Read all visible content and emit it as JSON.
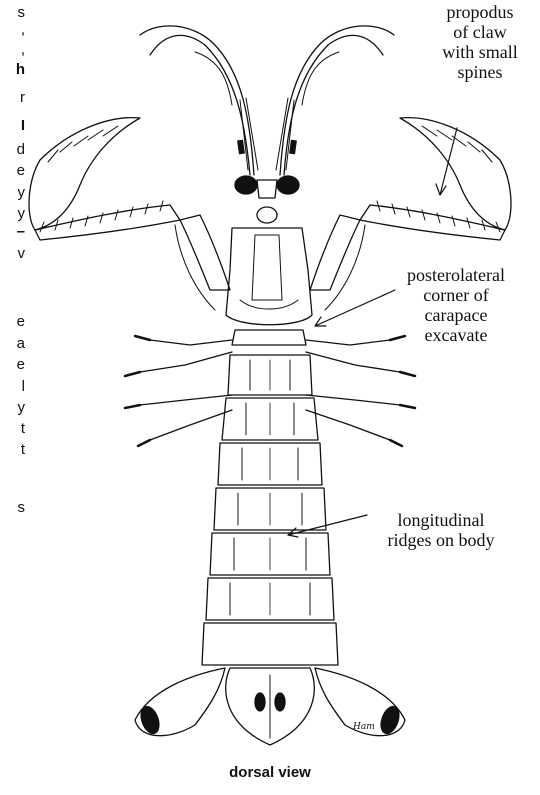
{
  "clipped_margin_text": {
    "chars": [
      "s",
      ",",
      ",",
      "h",
      "r",
      "I",
      "d",
      "e",
      "y",
      "y",
      "–",
      "v",
      "e",
      "a",
      "e",
      "l",
      "y",
      "t",
      "t",
      "s"
    ]
  },
  "callouts": {
    "propodus": [
      "propodus",
      "of claw",
      "with small",
      "spines"
    ],
    "posterolateral": [
      "posterolateral",
      "corner of",
      "carapace",
      "excavate"
    ],
    "longitudinal": [
      "longitudinal",
      "ridges on body"
    ]
  },
  "signature": "Ham",
  "caption": "dorsal view",
  "colors": {
    "ink": "#111111",
    "paper": "#ffffff"
  }
}
